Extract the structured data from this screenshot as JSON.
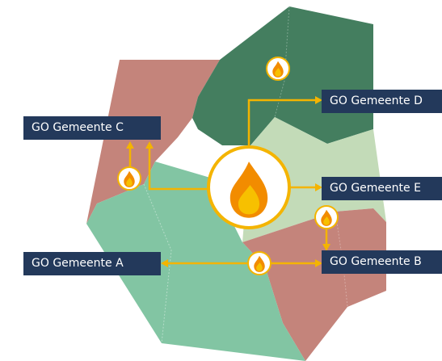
{
  "colors": {
    "pink": "#c4847b",
    "dark_green": "#447e5f",
    "light_green": "#c3dbb8",
    "mint": "#82c5a3",
    "arrow": "#f4b400",
    "label_bg": "#23395b",
    "flame_outer": "#f28c00",
    "flame_inner": "#f7c000"
  },
  "icons": {
    "central": "flame-icon",
    "small": "flame-icon"
  },
  "labels": {
    "a": "GO Gemeente A",
    "b": "GO Gemeente B",
    "c": "GO Gemeente C",
    "d": "GO Gemeente D",
    "e": "GO Gemeente E"
  }
}
